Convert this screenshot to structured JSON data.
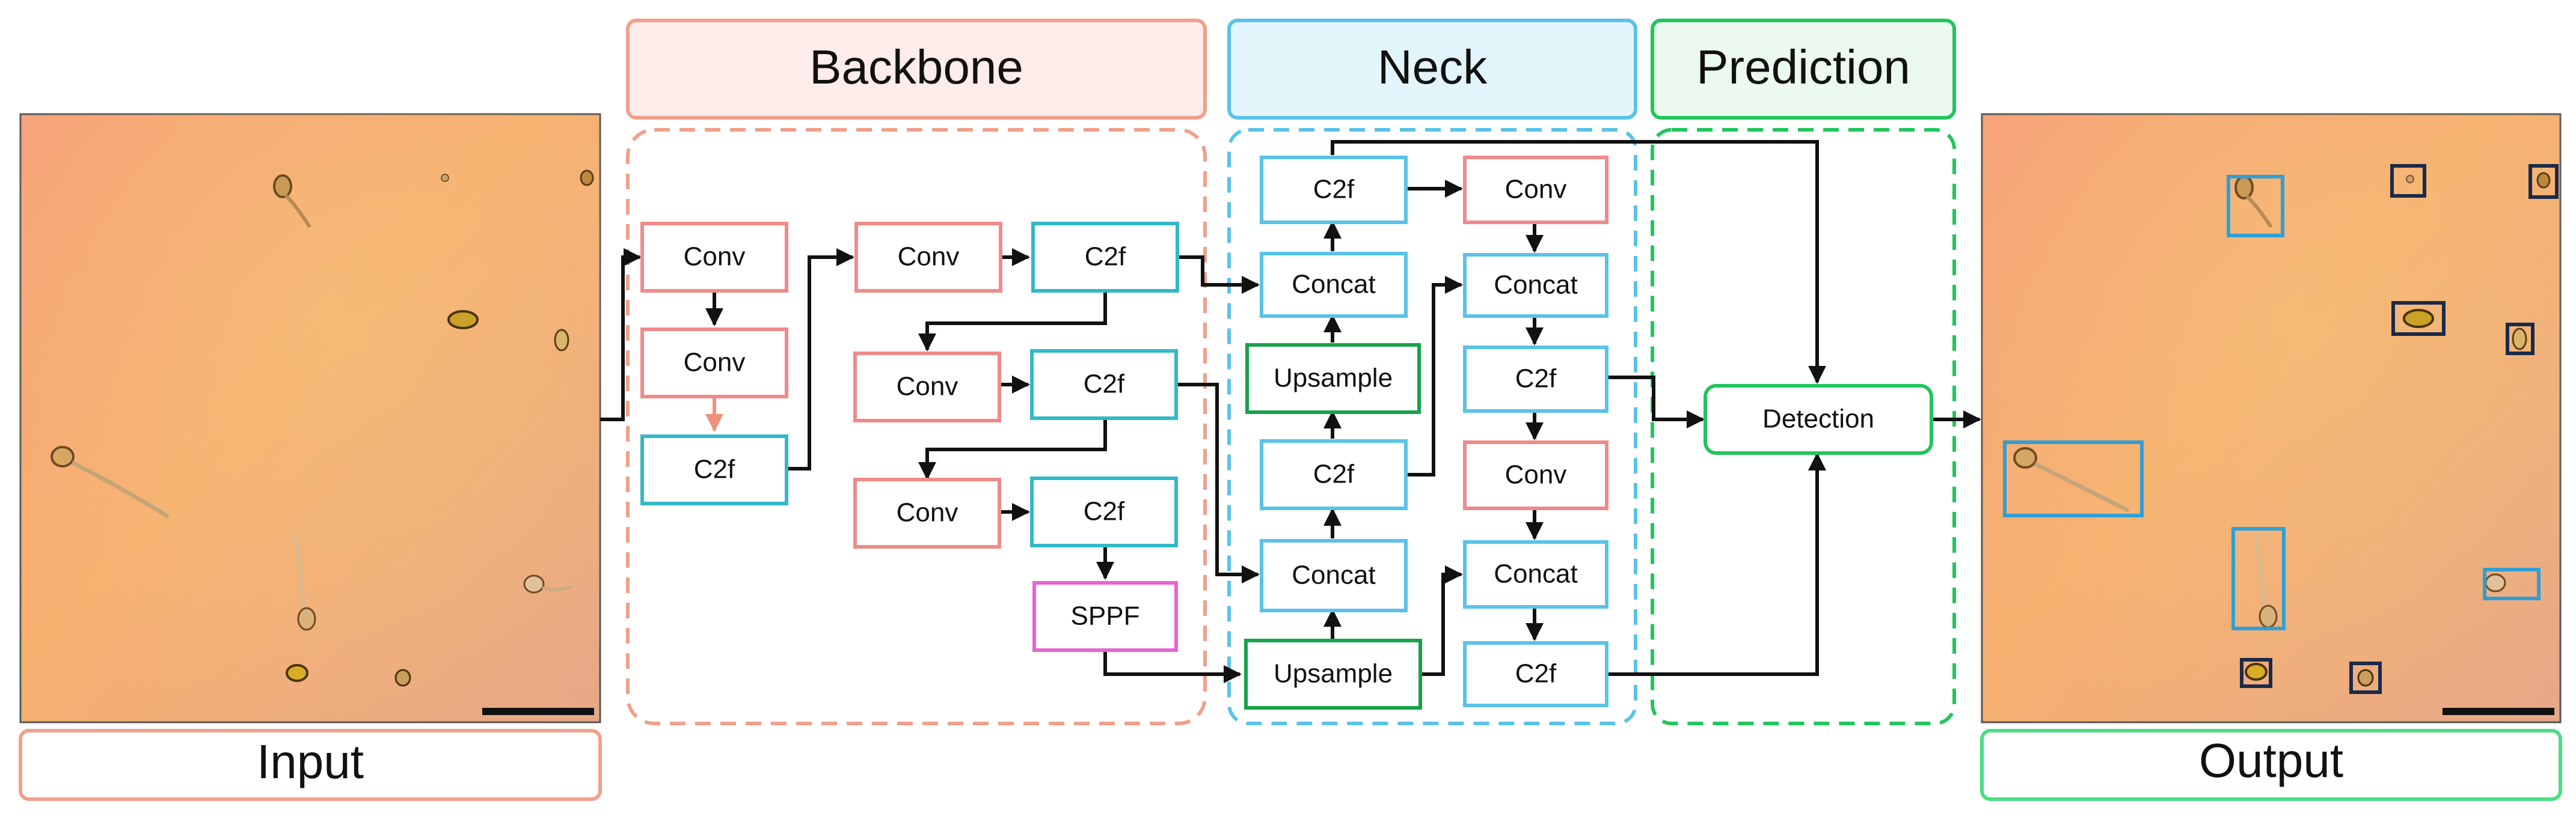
{
  "headers": {
    "backbone": "Backbone",
    "neck": "Neck",
    "prediction": "Prediction",
    "input": "Input",
    "output": "Output"
  },
  "backbone": {
    "col1": [
      "Conv",
      "Conv",
      "C2f"
    ],
    "col2": [
      "Conv",
      "Conv",
      "Conv"
    ],
    "col3": [
      "C2f",
      "C2f",
      "C2f",
      "SPPF"
    ]
  },
  "neck": {
    "left": [
      "C2f",
      "Concat",
      "Upsample",
      "C2f",
      "Concat",
      "Upsample"
    ],
    "right": [
      "Conv",
      "Concat",
      "C2f",
      "Conv",
      "Concat",
      "C2f"
    ]
  },
  "prediction": {
    "detection": "Detection"
  },
  "colors": {
    "backbone": "#f0a08c",
    "neck": "#5bc2e7",
    "prediction": "#22c55e",
    "conv": "#f08a8a",
    "c2f": "#33b8c6",
    "upsample": "#16a34a",
    "sppf": "#e864d2",
    "background_image": "#f6ad72",
    "box_blue": "#2f9fd6",
    "box_navy": "#1a2a4a"
  }
}
